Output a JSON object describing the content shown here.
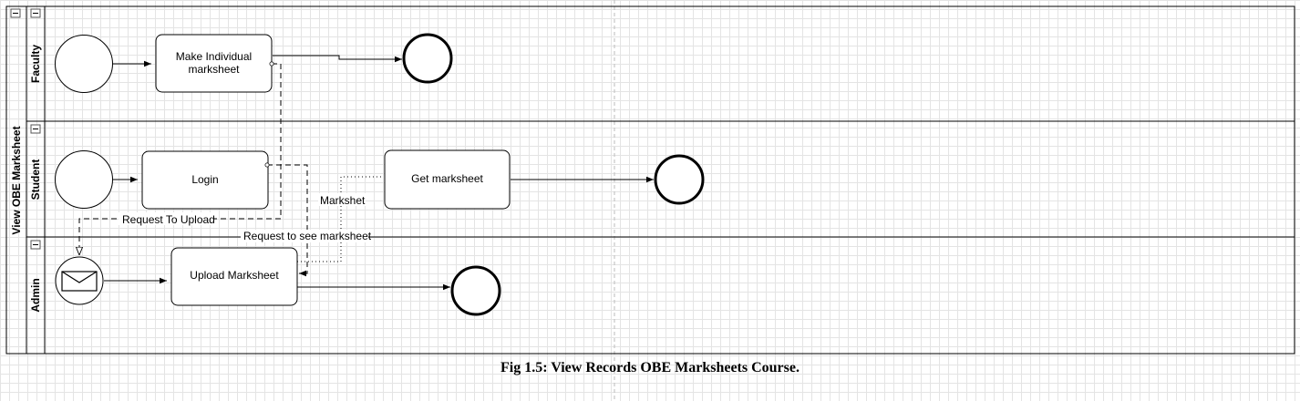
{
  "pool": {
    "title": "View OBE Marksheet"
  },
  "lanes": [
    {
      "name": "Faculty"
    },
    {
      "name": "Student"
    },
    {
      "name": "Admin"
    }
  ],
  "tasks": {
    "make_marksheet": [
      "Make Individual",
      "marksheet"
    ],
    "login": "Login",
    "get_marksheet": "Get marksheet",
    "upload_marksheet": "Upload Marksheet"
  },
  "flows": {
    "request_to_upload": "Request To Upload",
    "request_to_see": "Request to see marksheet",
    "marksheet": "Markshet"
  },
  "caption": "Fig 1.5: View Records OBE Marksheets Course."
}
